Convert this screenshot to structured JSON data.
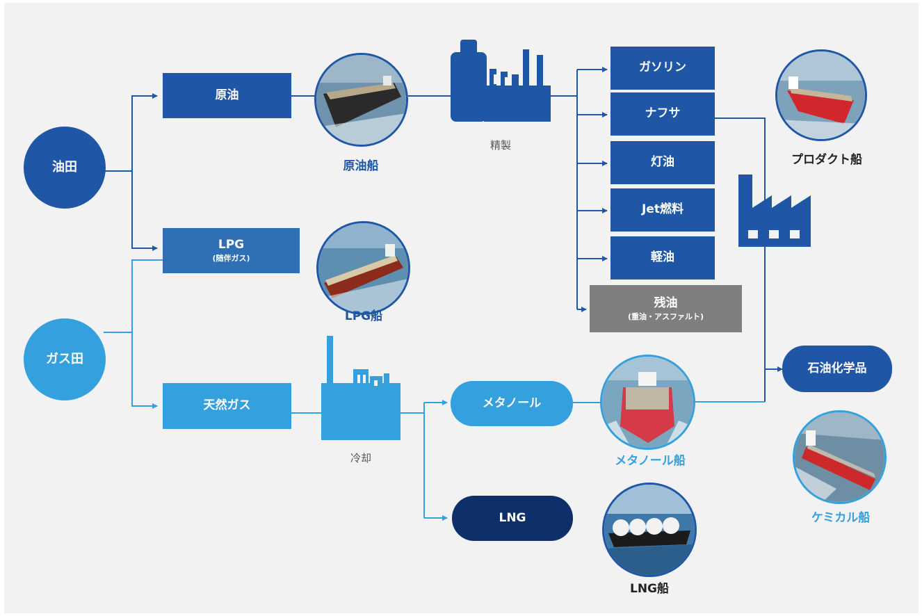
{
  "colors": {
    "dark_blue": "#1f56a6",
    "mid_blue": "#2f6fb3",
    "light_blue": "#35a0de",
    "navy": "#0f2f6b",
    "gray": "#7f7f7f",
    "background": "#f2f2f2"
  },
  "sources": {
    "oil_field": "油田",
    "gas_field": "ガス田"
  },
  "resources": {
    "crude_oil": "原油",
    "lpg": "LPG",
    "lpg_sub": "(随伴ガス)",
    "natural_gas": "天然ガス"
  },
  "processes": {
    "refining": "精製",
    "refining_icon": "refinery-icon",
    "cooling": "冷却",
    "cooling_icon": "plant-icon",
    "factory_icon": "factory-icon"
  },
  "products": {
    "gasoline": "ガソリン",
    "naphtha": "ナフサ",
    "kerosene": "灯油",
    "jet_fuel": "Jet燃料",
    "light_oil": "軽油",
    "residual_oil": "残油",
    "residual_oil_sub": "(重油・アスファルト)",
    "methanol": "メタノール",
    "lng": "LNG",
    "petrochemicals": "石油化学品"
  },
  "ships": {
    "crude_oil_tanker": "原油船",
    "lpg_carrier": "LPG船",
    "product_tanker": "プロダクト船",
    "methanol_carrier": "メタノール船",
    "lng_carrier": "LNG船",
    "chemical_tanker": "ケミカル船"
  }
}
